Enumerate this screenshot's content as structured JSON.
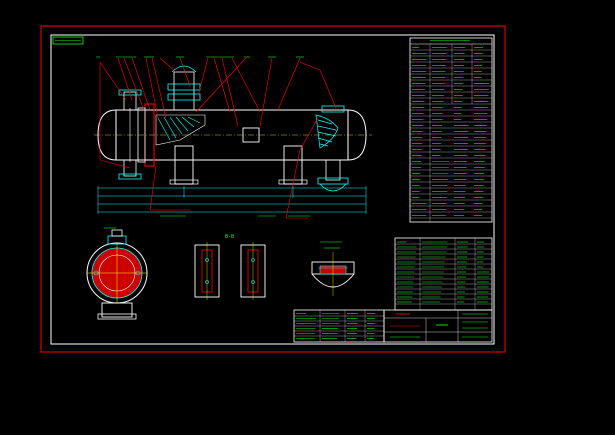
{
  "drawing": {
    "colors": {
      "background": "#000000",
      "frame": "#ff0000",
      "outline": "#ffffff",
      "text": "#00ff00",
      "leader": "#ff0000",
      "hatch": "#00ffff",
      "fill": "#cc0000",
      "dims": "#00ffff",
      "center": "#ffff00"
    },
    "labels": {
      "section_a": "A-A",
      "section_b": "B-B",
      "detail": "A-A"
    }
  }
}
